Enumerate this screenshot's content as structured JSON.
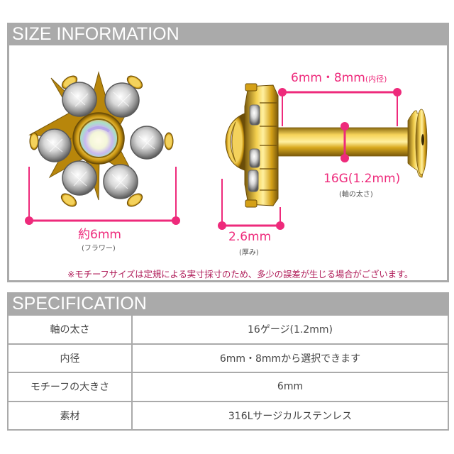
{
  "size_information": {
    "title": "SIZE INFORMATION",
    "flower_width": {
      "value": "約6mm",
      "sub": "(フラワー)"
    },
    "inner_length": {
      "value": "6mm・8mm",
      "suffix": "(内径)"
    },
    "gauge": {
      "value": "16G(1.2mm)",
      "sub": "(軸の太さ)"
    },
    "thickness": {
      "value": "2.6mm",
      "sub": "(厚み)"
    },
    "note": "※モチーフサイズは定規による実寸採寸のため、多少の誤差が生じる場合がございます。",
    "colors": {
      "accent": "#ee2a7b",
      "note": "#b01e5a",
      "header_bg": "#aaaaaa",
      "gold": "#d4a017"
    }
  },
  "specification": {
    "title": "SPECIFICATION",
    "rows": [
      {
        "label": "軸の太さ",
        "value": "16ゲージ(1.2mm)"
      },
      {
        "label": "内径",
        "value": "6mm・8mmから選択できます"
      },
      {
        "label": "モチーフの大きさ",
        "value": "6mm"
      },
      {
        "label": "素材",
        "value": "316Lサージカルステンレス"
      }
    ]
  }
}
